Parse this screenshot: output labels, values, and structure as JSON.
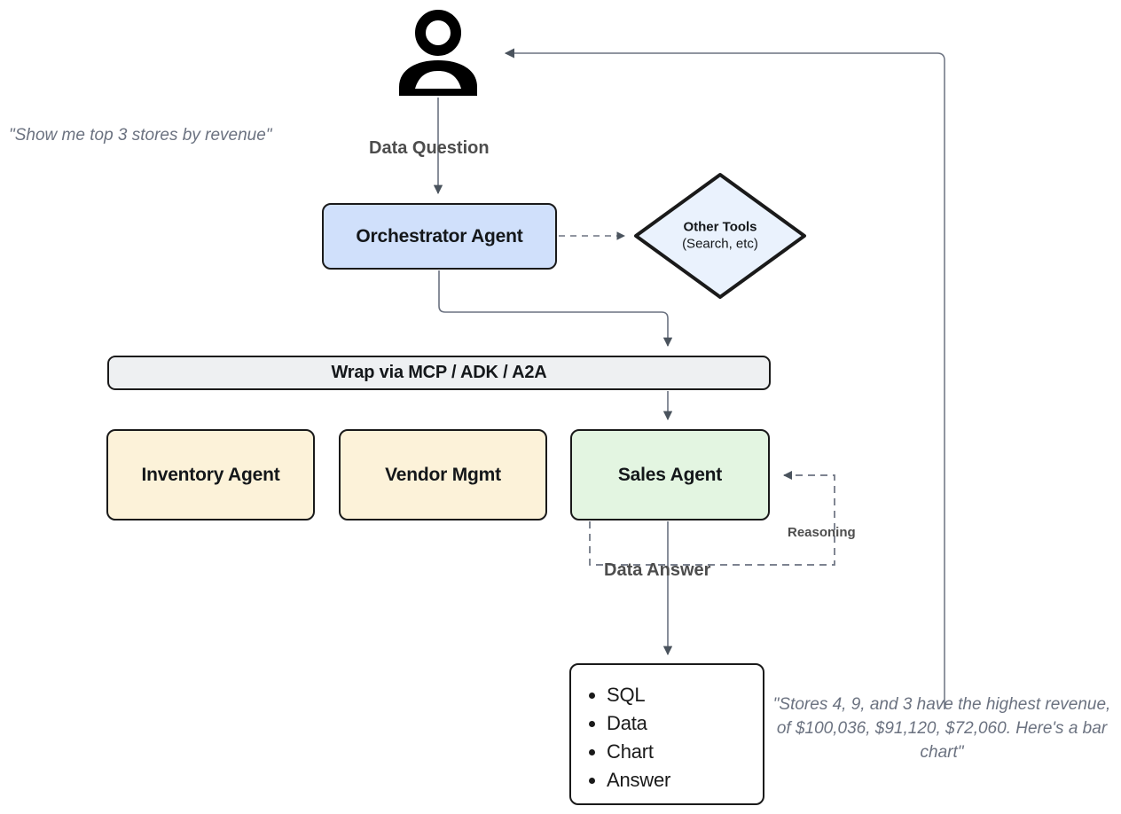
{
  "diagram": {
    "title": "Agentic Data Analytics Flow",
    "background": "#ffffff",
    "colors": {
      "orchestrator_fill": "#d0e0fb",
      "tools_fill": "#eaf2fd",
      "wrapper_fill": "#eef0f2",
      "domain_agent_fill": "#fcf2d9",
      "sales_agent_fill": "#e3f5e1",
      "artifact_fill": "#ffffff",
      "stroke": "#1a1a1a",
      "edge": "#555f6a",
      "label_text": "#4d4d4d",
      "quote_text": "#6b7280"
    }
  },
  "actor": {
    "icon": "person-icon",
    "quote": "\"Show me top 3 stores by revenue\""
  },
  "nodes": {
    "orchestrator": {
      "label": "Orchestrator Agent"
    },
    "other_tools": {
      "title": "Other Tools",
      "subtitle": "(Search, etc)"
    },
    "wrapper": {
      "label": "Wrap via MCP / ADK / A2A"
    },
    "inventory": {
      "label": "Inventory Agent"
    },
    "vendor": {
      "label": "Vendor Mgmt"
    },
    "sales": {
      "label": "Sales Agent"
    },
    "artifacts": {
      "items": [
        "SQL",
        "Data",
        "Chart",
        "Answer"
      ]
    }
  },
  "edges": {
    "data_question": "Data Question",
    "data_answer": "Data Answer",
    "reasoning": "Reasoning"
  },
  "result": {
    "quote": "\"Stores 4, 9, and 3 have the highest revenue, of $100,036, $91,120, $72,060. Here's a bar chart\""
  }
}
